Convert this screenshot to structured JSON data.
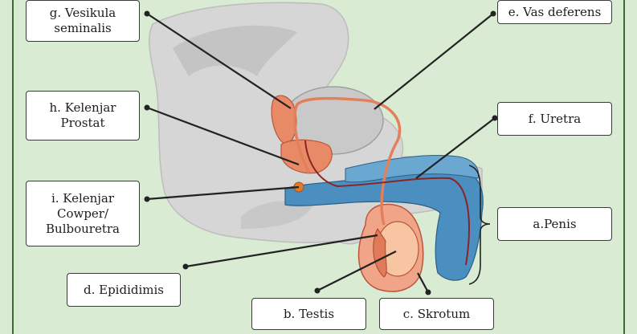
{
  "labels": {
    "vesikula": "g. Vesikula\nseminalis",
    "vas": "e. Vas deferens",
    "prostat": "h. Kelenjar\nProstat",
    "uretra": "f. Uretra",
    "cowper": "i. Kelenjar\nCowper/\nBulbouretra",
    "penis": "a.Penis",
    "epididimis": "d. Epididimis",
    "testis": "b. Testis",
    "skrotum": "c. Skrotum"
  },
  "colors": {
    "background": "#d9ebd3",
    "tissue": "#d8d8d8",
    "duct": "#e8896a",
    "spongy": "#4a8fbf",
    "leader": "#222222"
  }
}
